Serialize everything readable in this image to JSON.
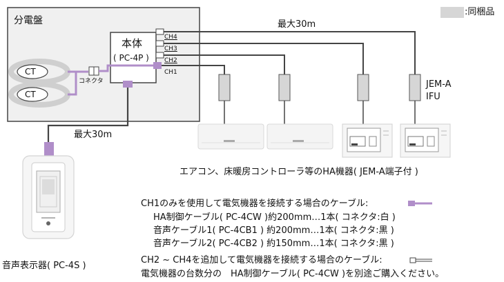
{
  "colors": {
    "cable_purple": "#b08ec9",
    "legend_gray": "#d6d6d6",
    "device_gray": "#cfcfcf",
    "panel_bg": "#f0f0f0"
  },
  "legend": {
    "text": ":同梱品"
  },
  "panel": {
    "title": "分電盤"
  },
  "main_unit": {
    "name": "本体",
    "model": "( PC-4P )"
  },
  "channels": [
    "CH4",
    "CH3",
    "CH2",
    "CH1"
  ],
  "sensors": [
    "CT",
    "CT"
  ],
  "connector_label": "コネクタ",
  "distance_top": "最大30m",
  "distance_display": "最大30m",
  "adapter_label": [
    "JEM-A",
    "IFU"
  ],
  "ha_caption": "エアコン、床暖房コントローラ等のHA機器( JEM-A端子付 )",
  "display_device": {
    "label": "音声表示器( PC-4S )"
  },
  "ch1_section": {
    "heading": "CH1のみを使用して電気機器を接続する場合のケーブル:",
    "items": [
      "HA制御ケーブル( PC-4CW )約200mm…1本( コネクタ:白 )",
      "音声ケーブル1( PC-4CB1 ) 約200mm…1本( コネクタ:黒 )",
      "音声ケーブル2( PC-4CB2 ) 約150mm…1本( コネクタ:黒 )"
    ]
  },
  "ch24_section": {
    "heading": "CH2 ~ CH4を追加して電気機器を接続する場合のケーブル:",
    "note": "電気機器の台数分の　HA制御ケーブル( PC-4CW )を別途ご購入ください。"
  }
}
